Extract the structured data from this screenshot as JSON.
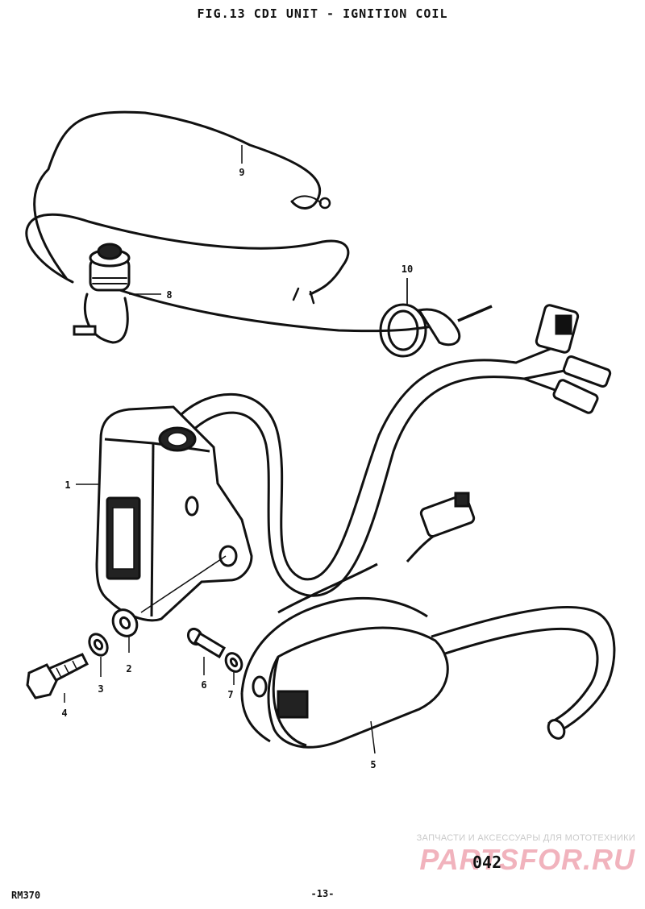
{
  "title": "FIG.13  CDI UNIT - IGNITION COIL",
  "callouts": {
    "c1": "1",
    "c2": "2",
    "c3": "3",
    "c4": "4",
    "c5": "5",
    "c6": "6",
    "c7": "7",
    "c8": "8",
    "c9": "9",
    "c10": "10"
  },
  "watermark": {
    "caption": "ЗАПЧАСТИ И АКСЕССУАРЫ ДЛЯ МОТОТЕХНИКИ",
    "logo": "PARTSFOR.RU"
  },
  "page_code": "042",
  "footer": {
    "left": "RM370",
    "center": "-13-"
  },
  "colors": {
    "ink": "#111111",
    "watermark_red": "#f1b3bd",
    "watermark_gray": "#c9c9c9"
  }
}
